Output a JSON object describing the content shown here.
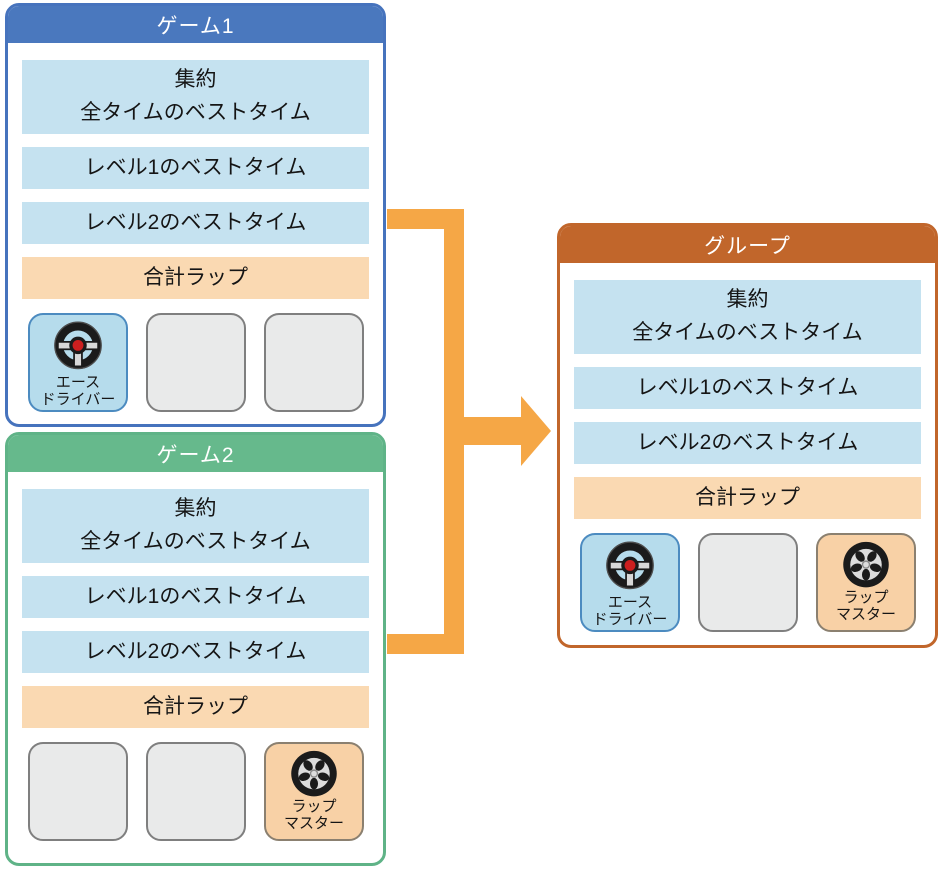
{
  "diagram": {
    "description": "Two game leaderboard-stat panels merge into a group panel",
    "arrow_color": "#F5A746"
  },
  "colors": {
    "game1_accent": "#4A78BE",
    "game2_accent": "#66B98C",
    "group_accent": "#C1662B",
    "stat_blue_bg": "#C5E2F0",
    "stat_peach_bg": "#FAD9B2",
    "badge_ace_bg": "#B6DCEC",
    "badge_ace_border": "#4C8BC0",
    "badge_lap_bg": "#F8D1A6",
    "badge_empty_bg": "#E9EAEA",
    "badge_empty_border": "#7F7F7F",
    "arrow": "#F5A746"
  },
  "panels": {
    "game1": {
      "title": "ゲーム1",
      "stats": {
        "aggregate": {
          "line1": "集約",
          "line2": "全タイムのベストタイム"
        },
        "level1": {
          "label": "レベル1のベストタイム"
        },
        "level2": {
          "label": "レベル2のベストタイム"
        },
        "total_laps": {
          "label": "合計ラップ"
        }
      },
      "badges": {
        "ace": {
          "line1": "エース",
          "line2": "ドライバー"
        }
      }
    },
    "game2": {
      "title": "ゲーム2",
      "stats": {
        "aggregate": {
          "line1": "集約",
          "line2": "全タイムのベストタイム"
        },
        "level1": {
          "label": "レベル1のベストタイム"
        },
        "level2": {
          "label": "レベル2のベストタイム"
        },
        "total_laps": {
          "label": "合計ラップ"
        }
      },
      "badges": {
        "lap": {
          "line1": "ラップ",
          "line2": "マスター"
        }
      }
    },
    "group": {
      "title": "グループ",
      "stats": {
        "aggregate": {
          "line1": "集約",
          "line2": "全タイムのベストタイム"
        },
        "level1": {
          "label": "レベル1のベストタイム"
        },
        "level2": {
          "label": "レベル2のベストタイム"
        },
        "total_laps": {
          "label": "合計ラップ"
        }
      },
      "badges": {
        "ace": {
          "line1": "エース",
          "line2": "ドライバー"
        },
        "lap": {
          "line1": "ラップ",
          "line2": "マスター"
        }
      }
    }
  }
}
